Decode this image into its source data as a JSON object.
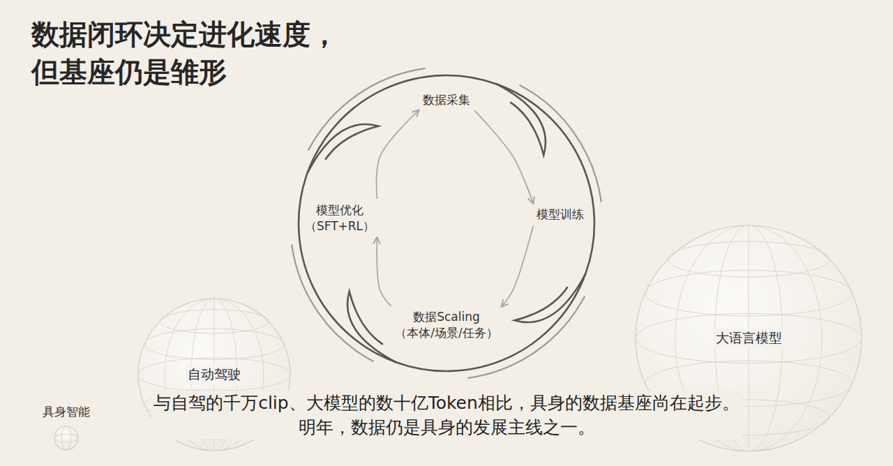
{
  "diagram": {
    "title": "数据闭环决定进化速度， 但基座仍是雏形",
    "caption": "与自驾的千万clip、大模型的数十亿Token相比，具身的数据基座尚在起步。 明年，数据仍是具身的发展主线之一。",
    "nodes": [
      {
        "text": [
          "数据采集"
        ]
      },
      {
        "text": [
          "模型训练"
        ]
      },
      {
        "text": [
          "数据Scaling",
          "（本体/场景/任务）"
        ]
      },
      {
        "text": [
          "模型优化",
          "（SFT+RL）"
        ]
      },
      {
        "text": [
          "自动驾驶"
        ]
      },
      {
        "text": [
          "大语言模型"
        ]
      },
      {
        "text": [
          "具身智能"
        ]
      }
    ],
    "edges": [
      {
        "from": 0,
        "to": 1,
        "arrow": "to"
      },
      {
        "from": 1,
        "to": 2,
        "arrow": "to"
      },
      {
        "from": 2,
        "to": 3,
        "arrow": "to"
      },
      {
        "from": 3,
        "to": 0,
        "arrow": "to"
      }
    ]
  }
}
